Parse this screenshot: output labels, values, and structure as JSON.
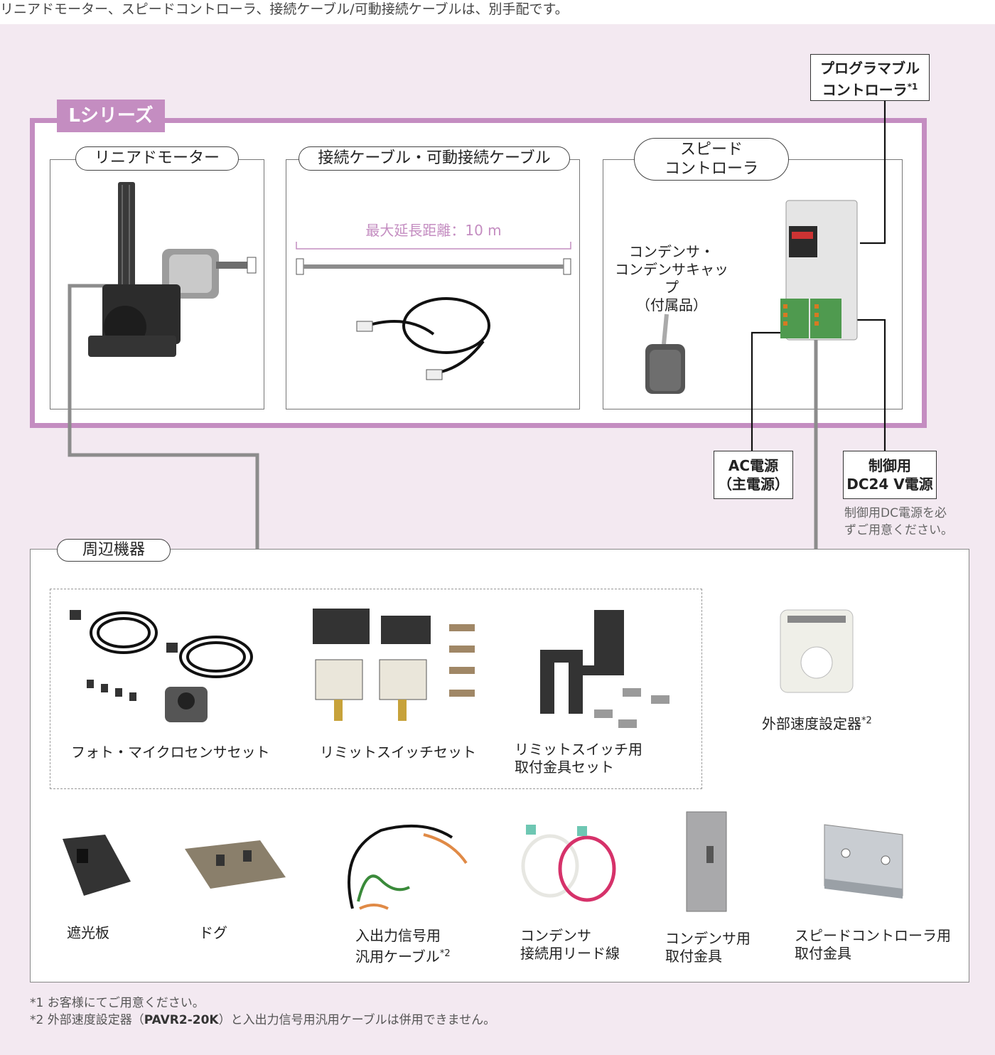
{
  "top_note": "リニアドモーター、スピードコントローラ、接続ケーブル/可動接続ケーブルは、別手配です。",
  "series_tab": "Lシリーズ",
  "sections": {
    "motor": "リニアドモーター",
    "cable": "接続ケーブル・可動接続ケーブル",
    "speed_controller_line1": "スピード",
    "speed_controller_line2": "コントローラ"
  },
  "cable_distance": "最大延長距離：10 m",
  "capacitor": {
    "line1": "コンデンサ・",
    "line2": "コンデンサキャップ",
    "line3": "（付属品）"
  },
  "plc": {
    "line1": "プログラマブル",
    "line2": "コントローラ",
    "note": "*1"
  },
  "ac_power": {
    "line1": "AC電源",
    "line2": "（主電源）"
  },
  "dc_power": {
    "line1": "制御用",
    "line2": "DC24 V電源"
  },
  "dc_note": {
    "line1": "制御用DC電源を必",
    "line2": "ずご用意ください。"
  },
  "peripherals_title": "周辺機器",
  "items_dashed": [
    "フォト・マイクロセンサセット",
    "リミットスイッチセット",
    {
      "line1": "リミットスイッチ用",
      "line2": "取付金具セット"
    }
  ],
  "external_speed": {
    "label": "外部速度設定器",
    "note": "*2"
  },
  "items_bottom": [
    {
      "line1": "遮光板"
    },
    {
      "line1": "ドグ"
    },
    {
      "line1": "入出力信号用",
      "line2": "汎用ケーブル",
      "note": "*2"
    },
    {
      "line1": "コンデンサ",
      "line2": "接続用リード線"
    },
    {
      "line1": "コンデンサ用",
      "line2": "取付金具"
    },
    {
      "line1": "スピードコントローラ用",
      "line2": "取付金具"
    }
  ],
  "footnotes": [
    {
      "mark": "*1",
      "text": "お客様にてご用意ください。"
    },
    {
      "mark": "*2",
      "pre": "外部速度設定器（",
      "bold": "PAVR2-20K",
      "post": "）と入出力信号用汎用ケーブルは併用できません。"
    }
  ],
  "colors": {
    "series": "#c48dc1",
    "background": "#f3e9f1",
    "connector": "#8c8c8c"
  }
}
